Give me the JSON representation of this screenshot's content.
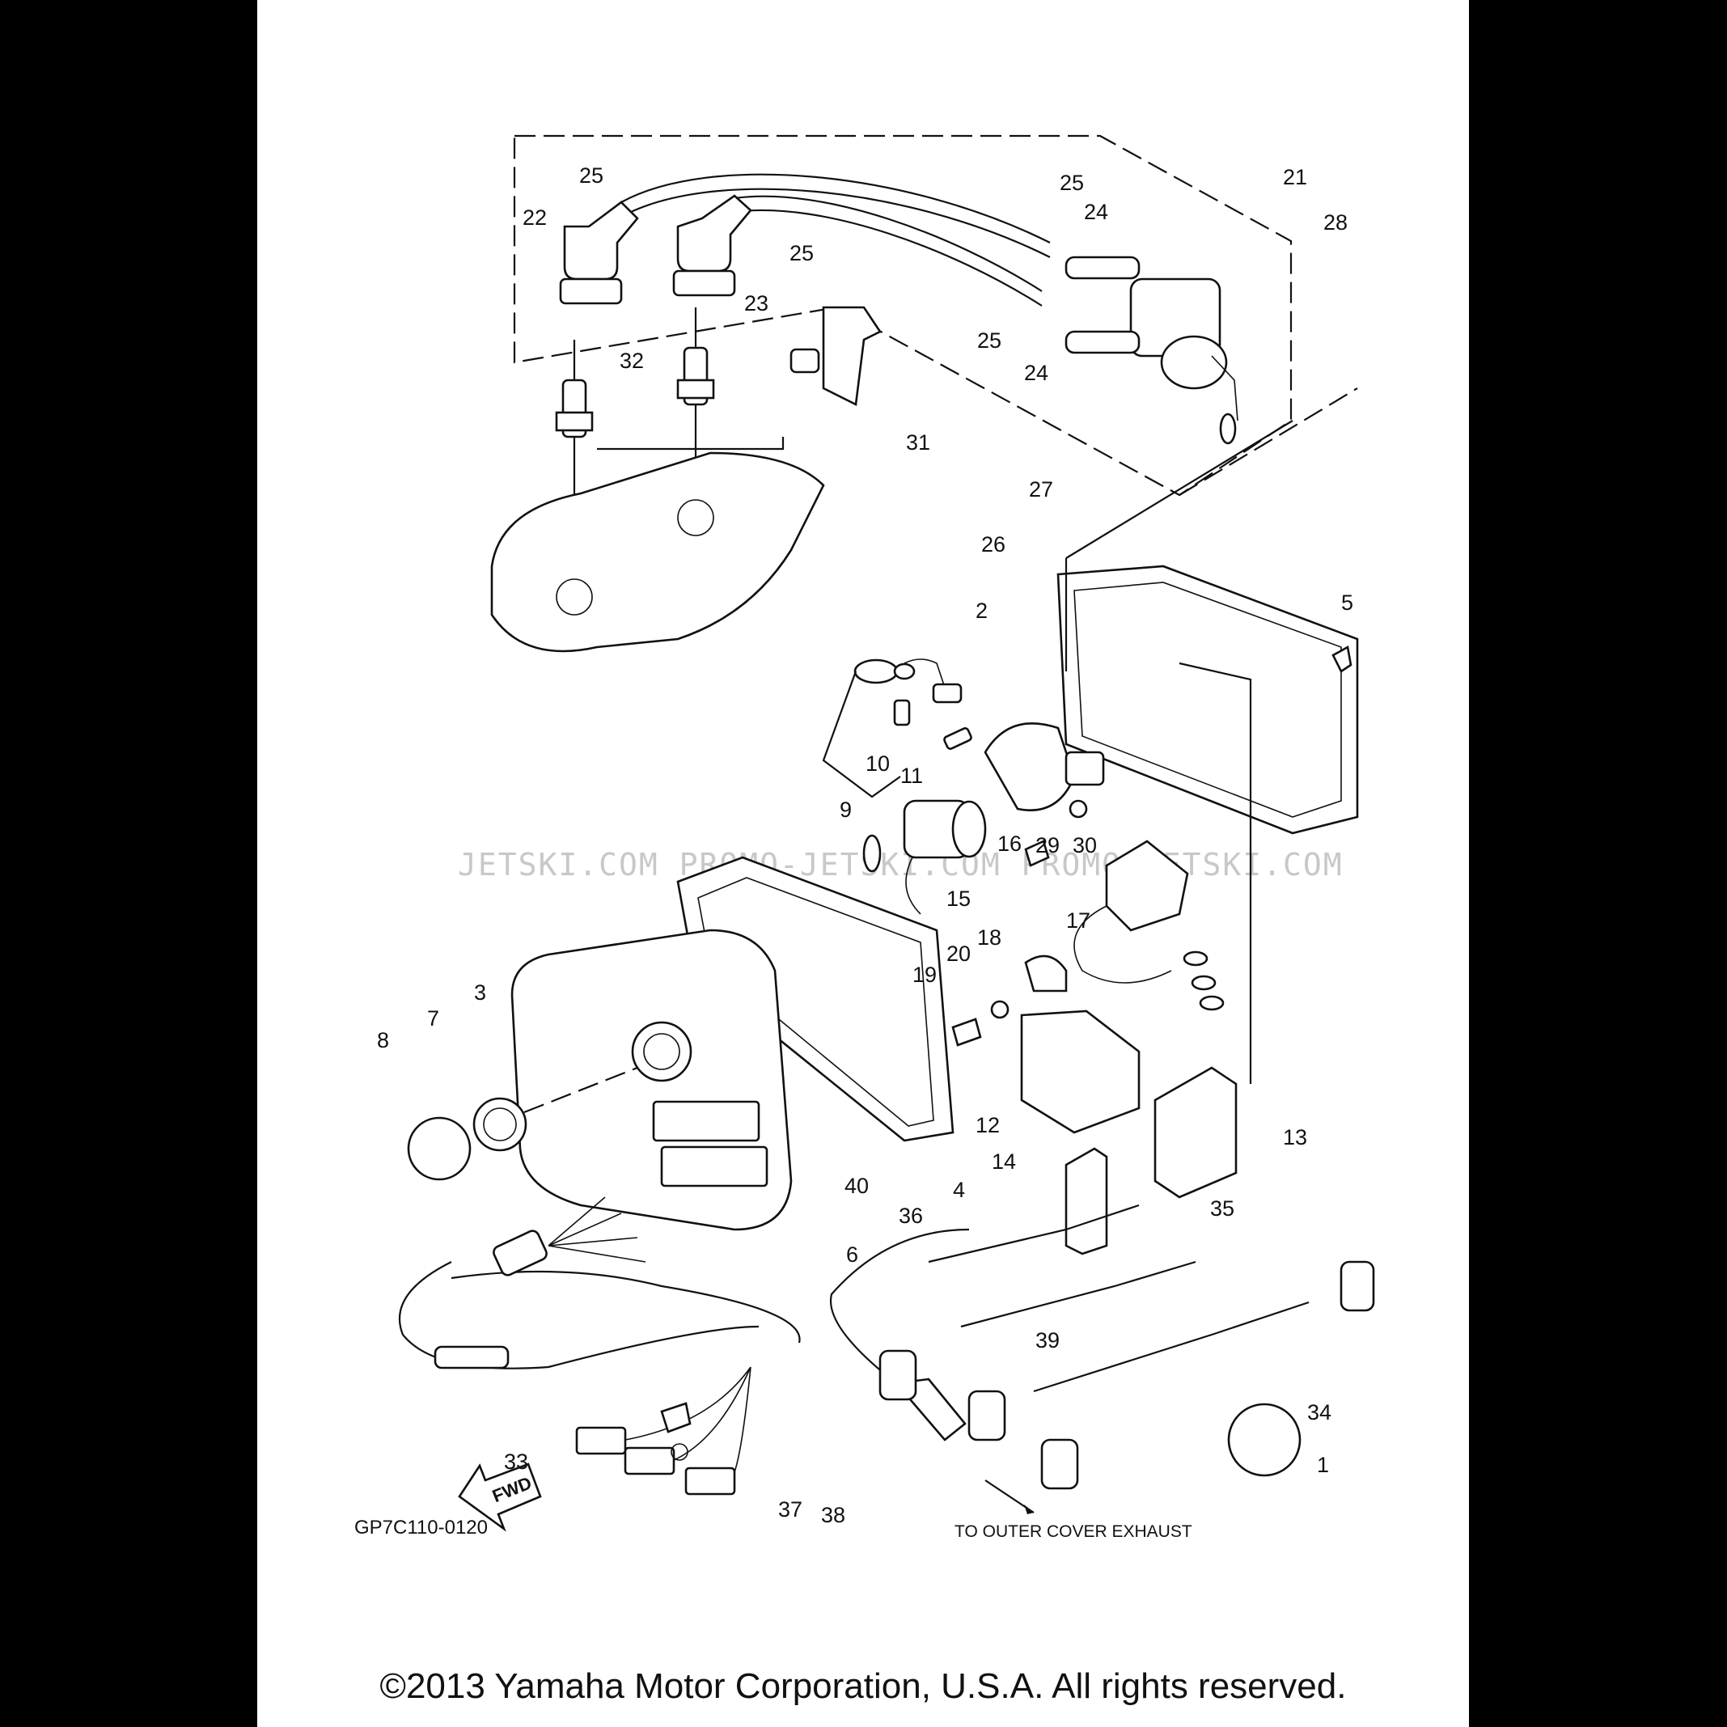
{
  "callouts": [
    "1",
    "2",
    "3",
    "4",
    "5",
    "6",
    "7",
    "8",
    "9",
    "10",
    "11",
    "12",
    "13",
    "14",
    "15",
    "16",
    "17",
    "18",
    "19",
    "20",
    "21",
    "22",
    "23",
    "24",
    "24",
    "25",
    "25",
    "25",
    "25",
    "26",
    "27",
    "28",
    "29",
    "30",
    "31",
    "32",
    "33",
    "34",
    "35",
    "36",
    "37",
    "38",
    "39",
    "40"
  ],
  "note": "TO OUTER COVER EXHAUST",
  "arrow_label": "FWD",
  "diagram_code": "GP7C110-0120",
  "watermark": "JETSKI.COM   PROMO-JETSKI.COM   PROMO-JETSKI.COM",
  "copyright": "©2013 Yamaha Motor Corporation, U.S.A. All rights reserved."
}
